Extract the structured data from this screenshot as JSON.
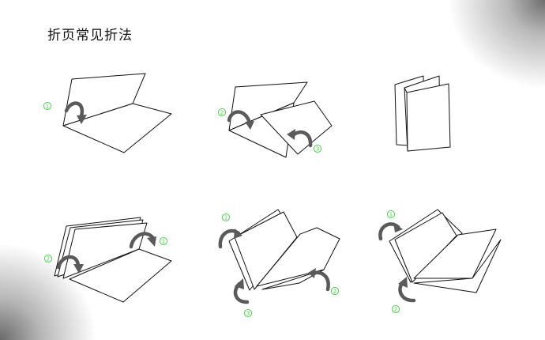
{
  "title": "折页常见折法",
  "step_markers": [
    "1",
    "2",
    "3"
  ],
  "colors": {
    "outline": "#111111",
    "arrow": "#5a5a5a",
    "marker": "#3fd23f"
  }
}
